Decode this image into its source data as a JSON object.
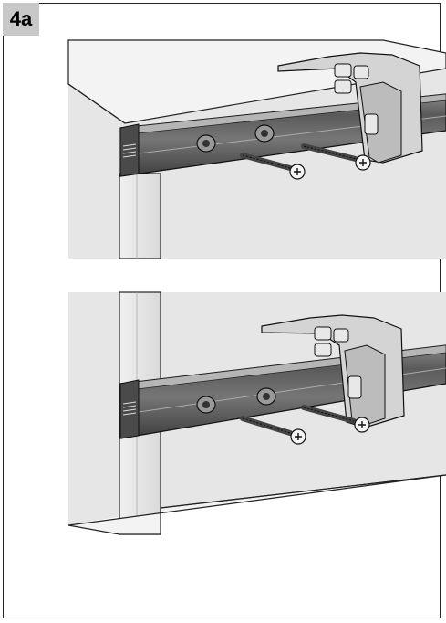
{
  "step": {
    "label": "4a"
  },
  "colors": {
    "background": "#ffffff",
    "panel": "#e6e6e6",
    "rail": "#5e5e5e",
    "badge": "#c8c8c8"
  },
  "figures": [
    {
      "name": "top-illustration",
      "description_icon": "rail-mount-under-top-icon"
    },
    {
      "name": "bottom-illustration",
      "description_icon": "rail-mount-under-shelf-icon"
    }
  ]
}
